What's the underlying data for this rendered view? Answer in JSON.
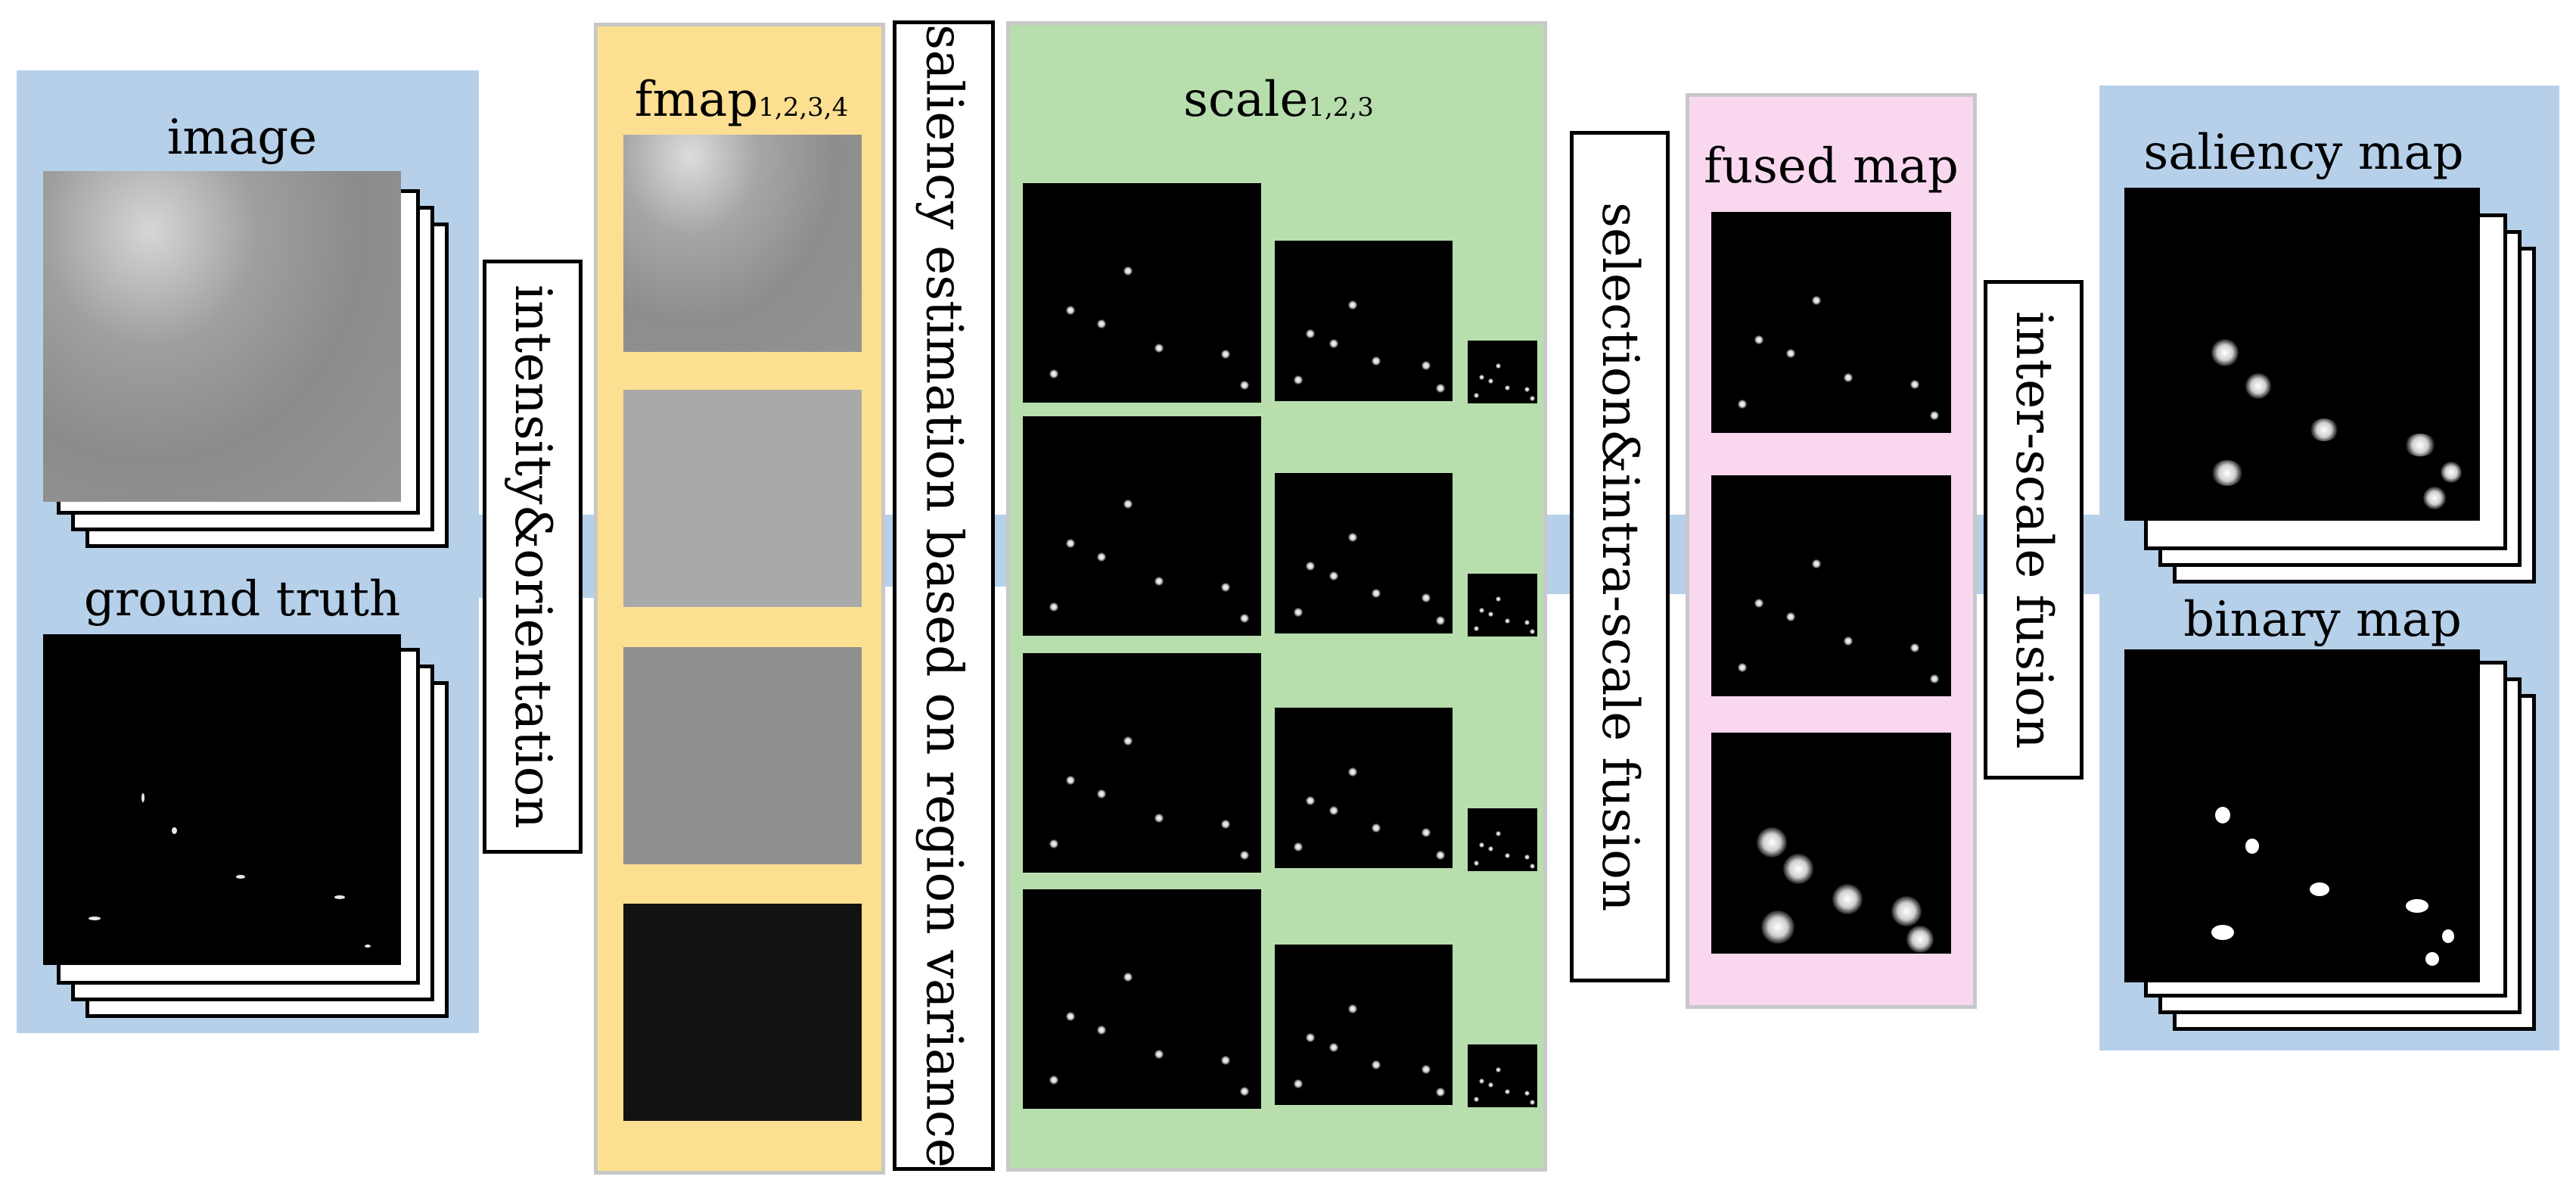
{
  "labels": {
    "image": "image",
    "ground_truth": "ground truth",
    "fmap": "fmap",
    "fmap_sub": "1,2,3,4",
    "scale": "scale",
    "scale_sub": "1,2,3",
    "fused_map": "fused map",
    "saliency_map": "saliency map",
    "binary_map": "binary map"
  },
  "steps": {
    "step1": "intensity&orientation",
    "step2": "saliency estimation based on region variance",
    "step3": "selection&intra-scale fusion",
    "step4": "inter-scale fusion"
  },
  "colors": {
    "input_panel": "#b6d0ea",
    "fmap_panel": "#fddf92",
    "scale_panel": "#b8deae",
    "fused_panel": "#f9d8ef",
    "output_panel": "#b6d0ea"
  }
}
